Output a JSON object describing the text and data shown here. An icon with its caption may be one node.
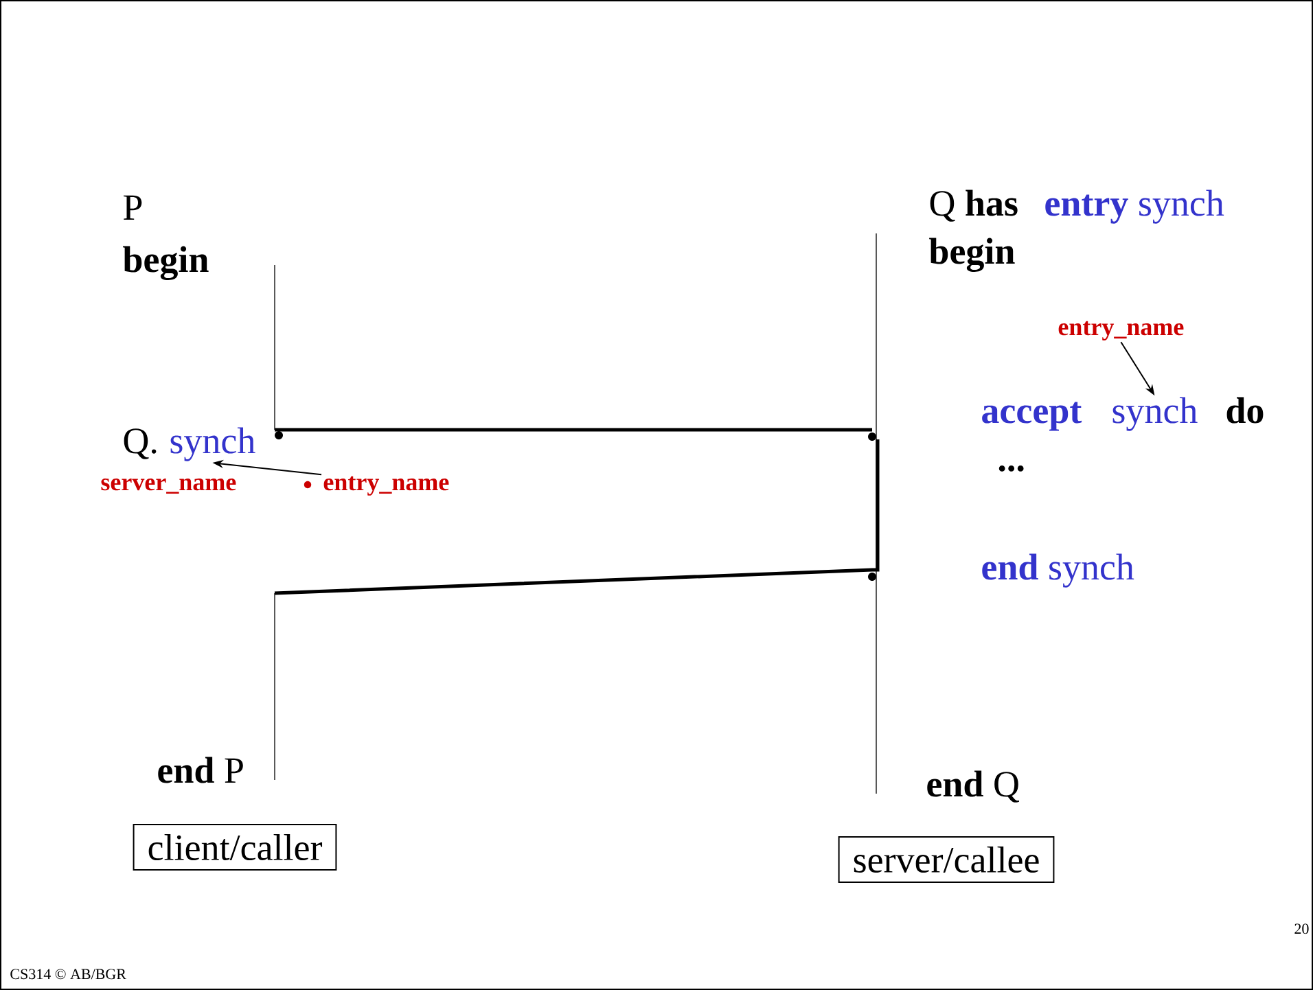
{
  "diagram": {
    "nodes": [
      {
        "text": [
          "synch"
        ]
      },
      {
        "text": [
          "entry_name"
        ]
      },
      {
        "text": [
          "synch"
        ]
      },
      {
        "text": [
          "entry_name"
        ]
      },
      {
        "text": [
          "client/caller"
        ]
      },
      {
        "text": [
          "server/callee"
        ]
      }
    ],
    "edges": [
      {
        "from": 1,
        "to": 0,
        "arrow": "to"
      },
      {
        "from": 3,
        "to": 2,
        "arrow": "to"
      }
    ],
    "labels": [
      "P",
      "begin",
      "Q.",
      "server_name",
      "**end** P",
      "Q **has**",
      "**entry** synch",
      "begin",
      "accept",
      "do",
      "...",
      "**end**  synch",
      "**end** Q",
      "20",
      "CS314 © AB/BGR"
    ]
  }
}
